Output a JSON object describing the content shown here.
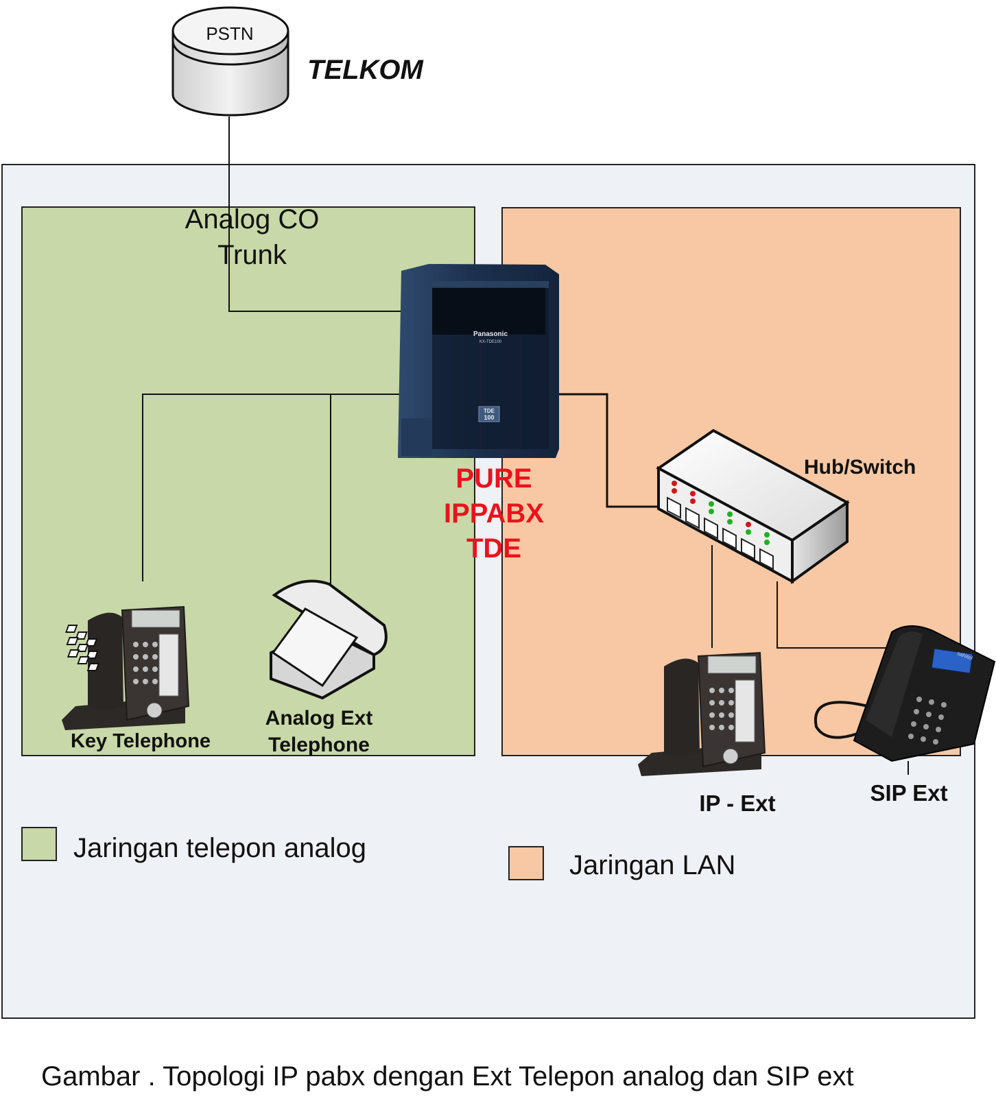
{
  "pstn": {
    "label": "PSTN",
    "provider": "TELKOM"
  },
  "trunk": {
    "line1": "Analog CO",
    "line2": "Trunk"
  },
  "pbx": {
    "brand": "Panasonic",
    "model": "KX-TDE100",
    "badge_top": "TDE",
    "badge_bottom": "100",
    "caption_lines": [
      "PURE",
      "IPPABX",
      "TDE"
    ]
  },
  "hub": {
    "label": "Hub/Switch"
  },
  "devices": {
    "key_phone": "Key Telephone",
    "analog_ext_line1": "Analog Ext",
    "analog_ext_line2": "Telephone",
    "ip_ext": "IP - Ext",
    "sip_ext": "SIP Ext",
    "sip_brand": "sahitel"
  },
  "legend": {
    "analog": {
      "label": "Jaringan telepon analog",
      "color": "#c8d8a8"
    },
    "lan": {
      "label": "Jaringan LAN",
      "color": "#f8c8a4"
    }
  },
  "caption": "Gambar . Topologi IP pabx dengan Ext Telepon analog dan SIP ext",
  "colors": {
    "outer_bg": "#eef1f6",
    "caption_red": "#e8141c"
  }
}
